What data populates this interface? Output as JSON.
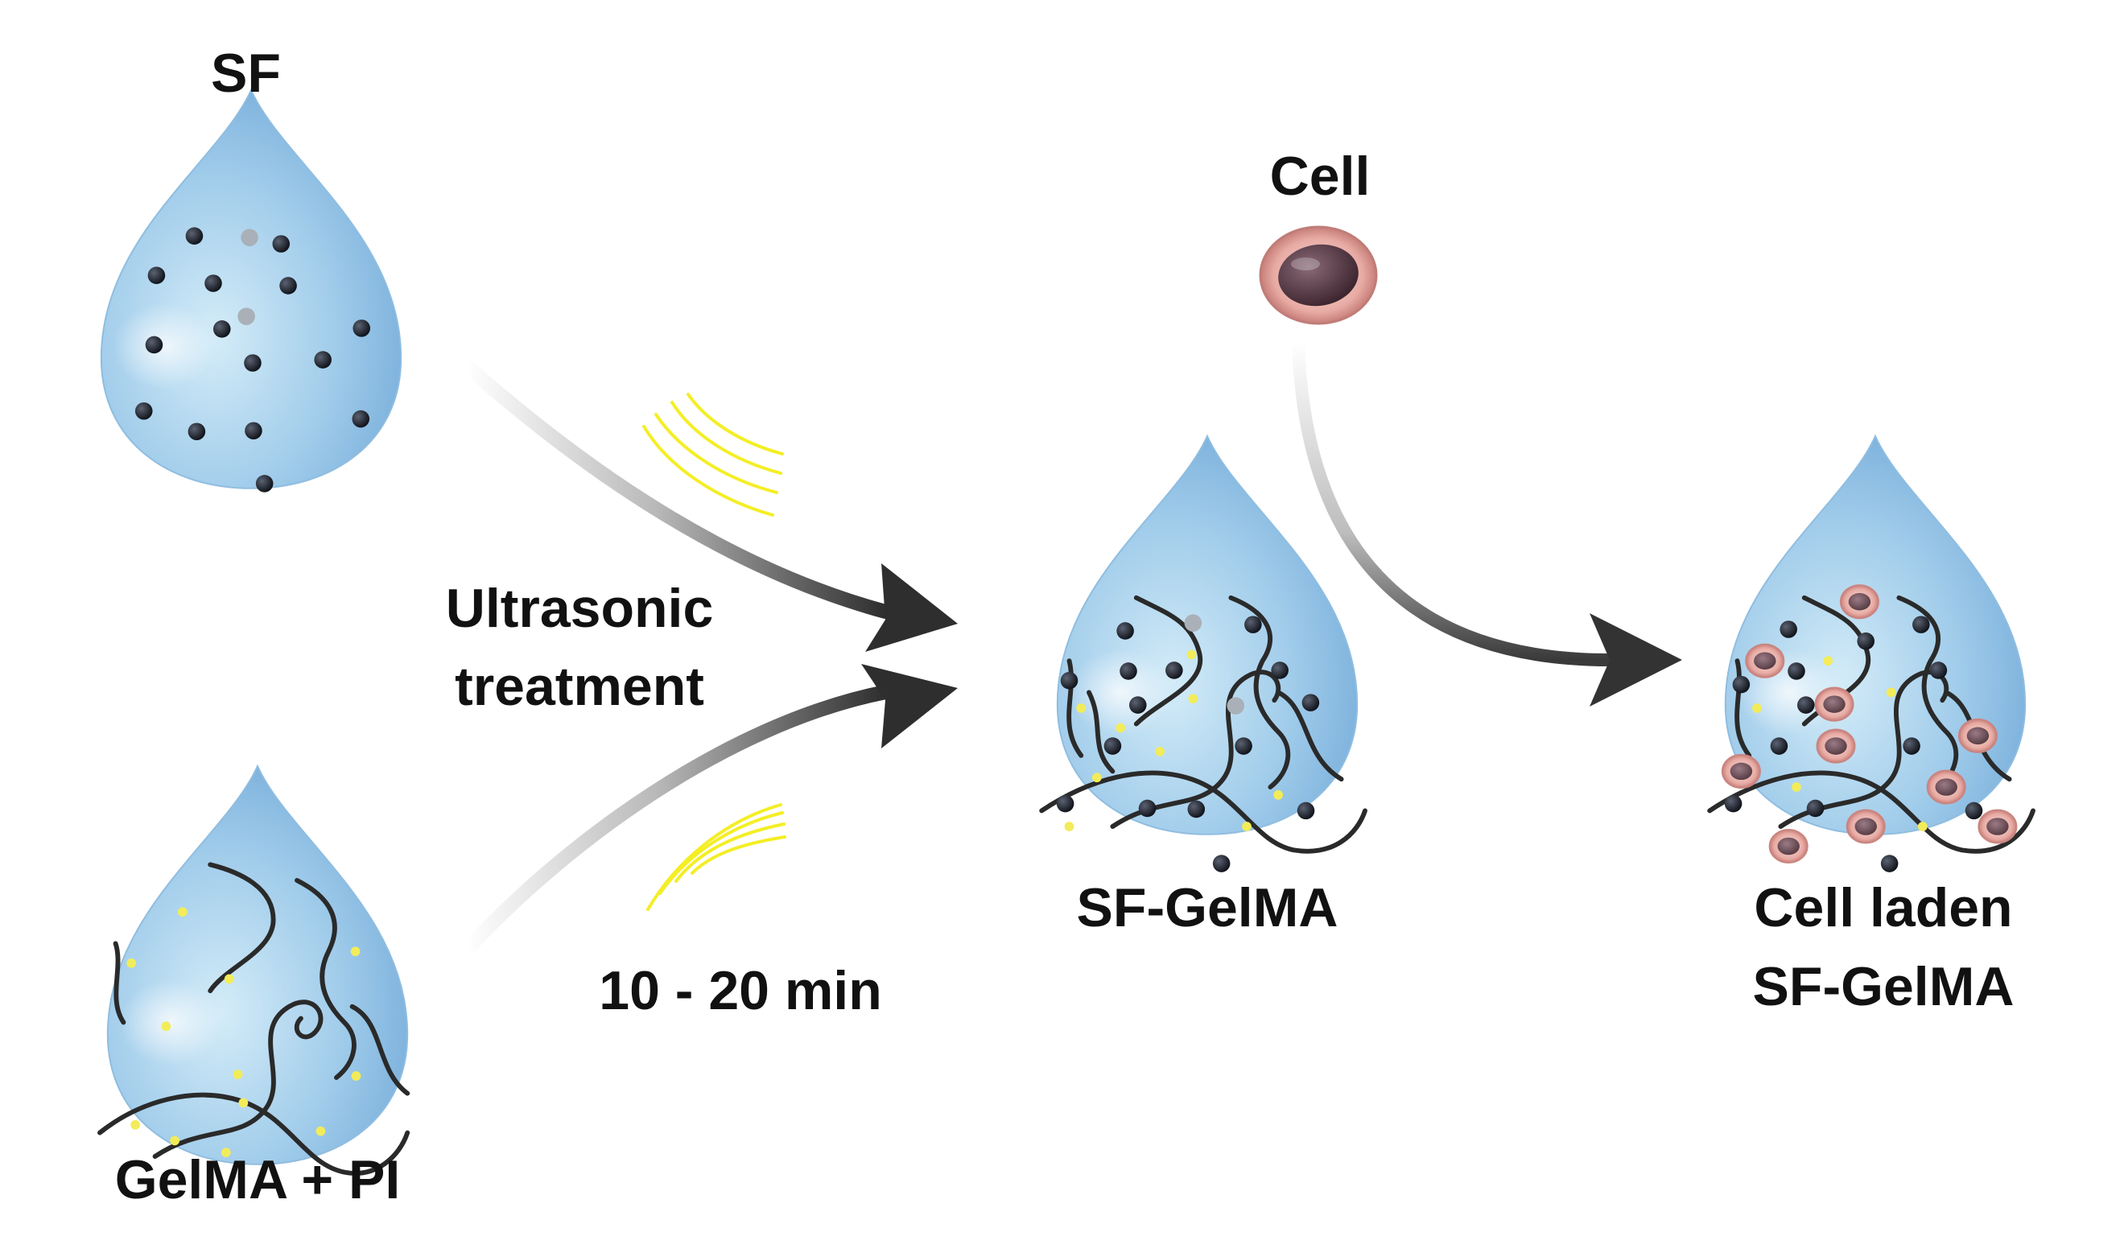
{
  "labels": {
    "sf": "SF",
    "gelma_pi": "GelMA + PI",
    "ultrasonic_line1": "Ultrasonic",
    "ultrasonic_line2": "treatment",
    "duration": "10 - 20 min",
    "cell": "Cell",
    "sf_gelma": "SF-GelMA",
    "cell_laden_line1": "Cell laden",
    "cell_laden_line2": "SF-GelMA"
  },
  "colors": {
    "droplet_light": "#d4ecf8",
    "droplet_mid": "#9fcbea",
    "droplet_dark": "#6ea6d6",
    "sf_particle": "#1f2430",
    "gelma_chain": "#2a2a2a",
    "photoinitiator": "#f2ec5a",
    "cell_body": "#e7aaa3",
    "cell_nucleus": "#5a3a44",
    "ultrasound_wave": "#f4ee26",
    "arrow": "#333333"
  },
  "steps": [
    "SF",
    "GelMA + PI",
    "SF-GelMA",
    "Cell laden SF-GelMA"
  ]
}
